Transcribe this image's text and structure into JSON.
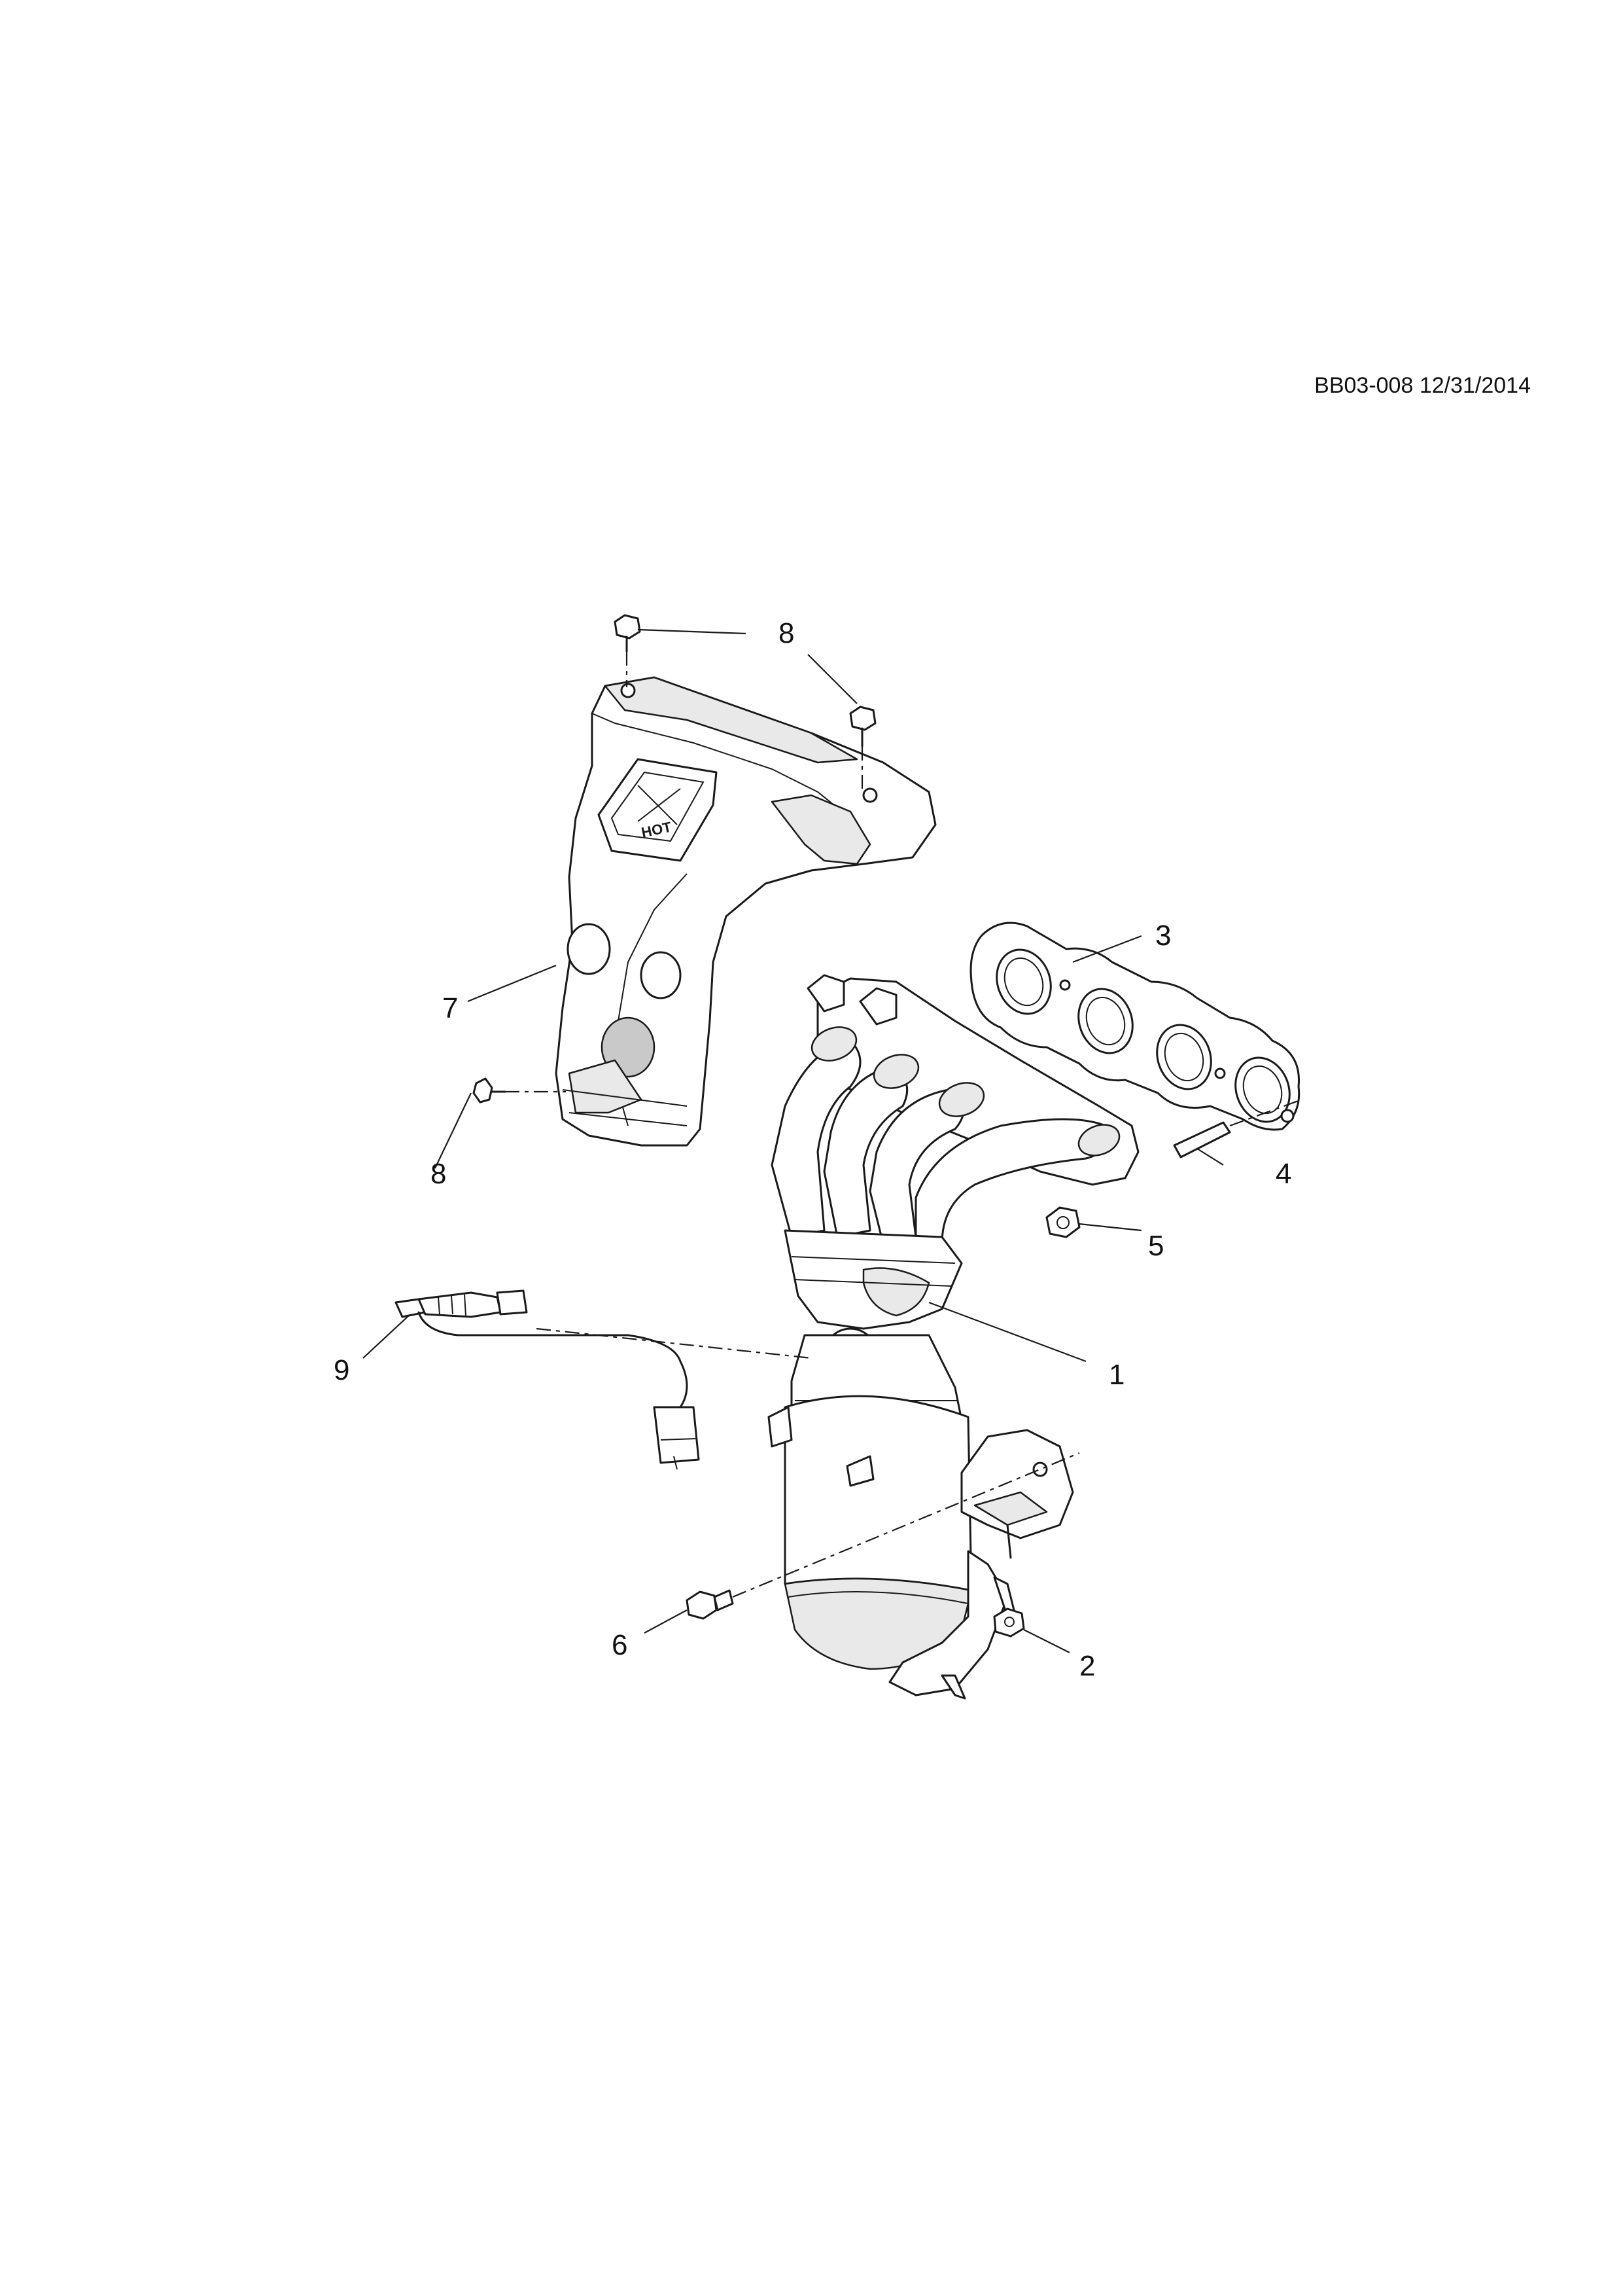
{
  "header": {
    "reference": "BB03-008 12/31/2014"
  },
  "callouts": [
    {
      "id": "callout-1",
      "text": "1"
    },
    {
      "id": "callout-2",
      "text": "2"
    },
    {
      "id": "callout-3",
      "text": "3"
    },
    {
      "id": "callout-4",
      "text": "4"
    },
    {
      "id": "callout-5",
      "text": "5"
    },
    {
      "id": "callout-6",
      "text": "6"
    },
    {
      "id": "callout-7",
      "text": "7"
    },
    {
      "id": "callout-8a",
      "text": "8"
    },
    {
      "id": "callout-8b",
      "text": "8"
    },
    {
      "id": "callout-9",
      "text": "9"
    }
  ],
  "heat_shield_label": "HOT"
}
